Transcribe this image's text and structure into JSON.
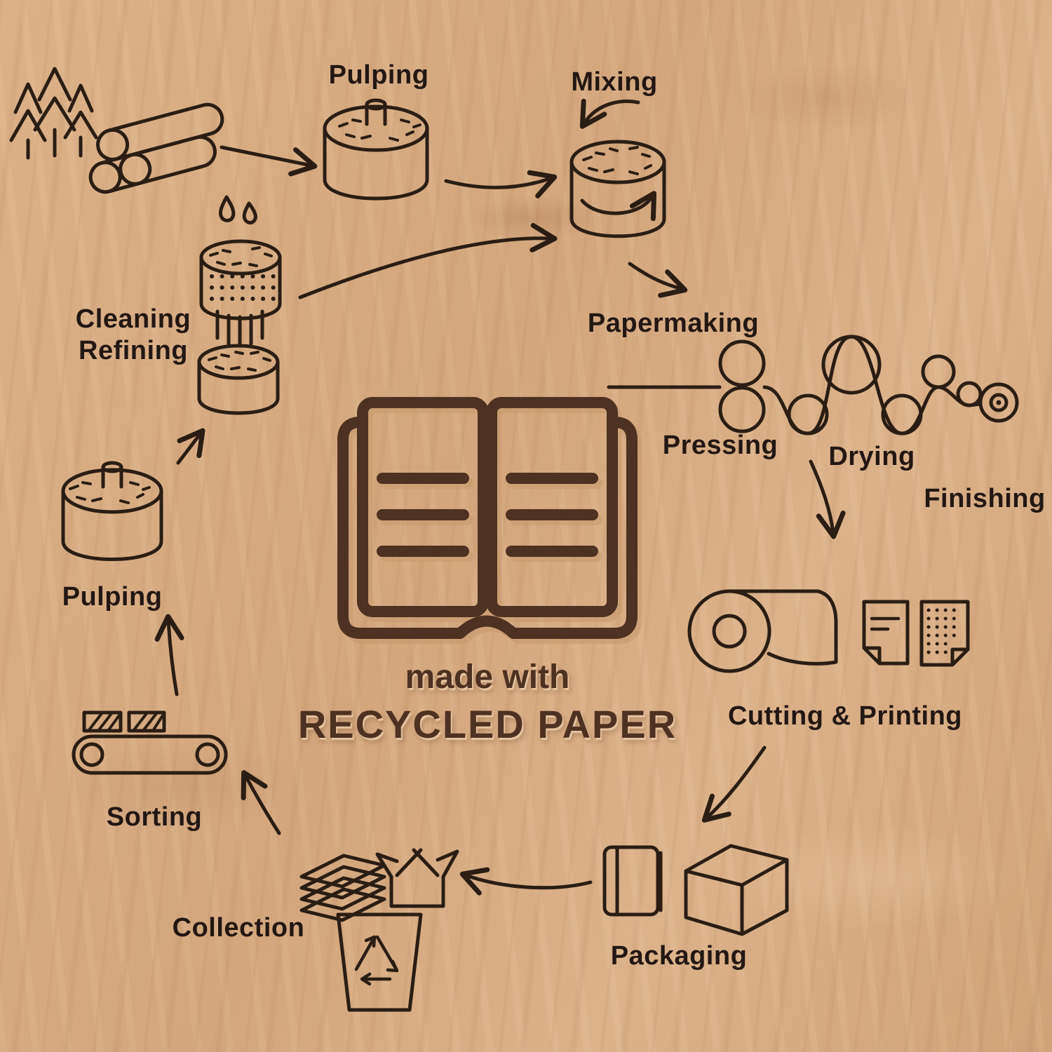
{
  "center": {
    "made_with": "made with",
    "recycled_paper": "RECYCLED PAPER"
  },
  "labels": {
    "pulping_top": "Pulping",
    "mixing": "Mixing",
    "papermaking": "Papermaking",
    "pressing": "Pressing",
    "drying": "Drying",
    "finishing": "Finishing",
    "cutting_printing": "Cutting & Printing",
    "packaging": "Packaging",
    "collection": "Collection",
    "sorting": "Sorting",
    "pulping_left": "Pulping",
    "cleaning": "Cleaning",
    "refining": "Refining"
  },
  "icons": {
    "trees": "pine-trees-icon",
    "logs": "wood-logs-icon",
    "pulping_vat_top": "pulping-vat-icon",
    "mixing_vat": "mixing-vat-icon",
    "paper_machine": "paper-machine-rollers-icon",
    "paper_roll": "paper-roll-icon",
    "printed_sheets": "printed-sheets-icon",
    "book_package": "book-icon",
    "box": "carton-box-icon",
    "paper_stack": "paper-stack-icon",
    "open_box": "open-box-icon",
    "recycle_bin": "recycle-bin-icon",
    "conveyor": "sorting-conveyor-icon",
    "pulping_vat_left": "pulping-vat-icon",
    "strainer": "cleaning-strainer-icon",
    "refining_vat": "refining-vat-icon",
    "drops": "water-drops-icon",
    "open_book_logo": "open-book-logo-icon"
  },
  "colors": {
    "background": "#d7ab83",
    "line": "#2b1d12",
    "engraving": "#4e3120"
  }
}
